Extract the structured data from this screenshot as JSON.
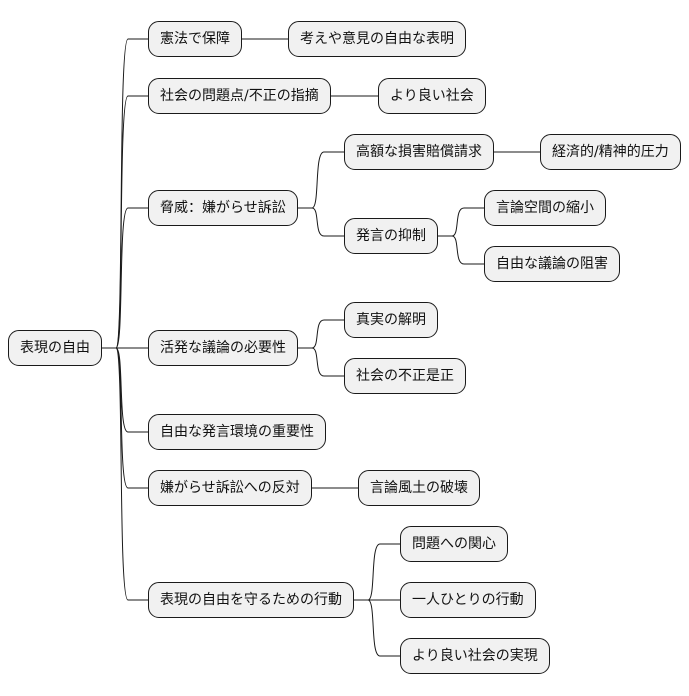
{
  "mindmap": {
    "root": "表現の自由",
    "n1": "憲法で保障",
    "n1a": "考えや意見の自由な表明",
    "n2": "社会の問題点/不正の指摘",
    "n2a": "より良い社会",
    "n3": "脅威：嫌がらせ訴訟",
    "n3a": "高額な損害賠償請求",
    "n3a1": "経済的/精神的圧力",
    "n3b": "発言の抑制",
    "n3b1": "言論空間の縮小",
    "n3b2": "自由な議論の阻害",
    "n4": "活発な議論の必要性",
    "n4a": "真実の解明",
    "n4b": "社会の不正是正",
    "n5": "自由な発言環境の重要性",
    "n6": "嫌がらせ訴訟への反対",
    "n6a": "言論風土の破壊",
    "n7": "表現の自由を守るための行動",
    "n7a": "問題への関心",
    "n7b": "一人ひとりの行動",
    "n7c": "より良い社会の実現"
  }
}
